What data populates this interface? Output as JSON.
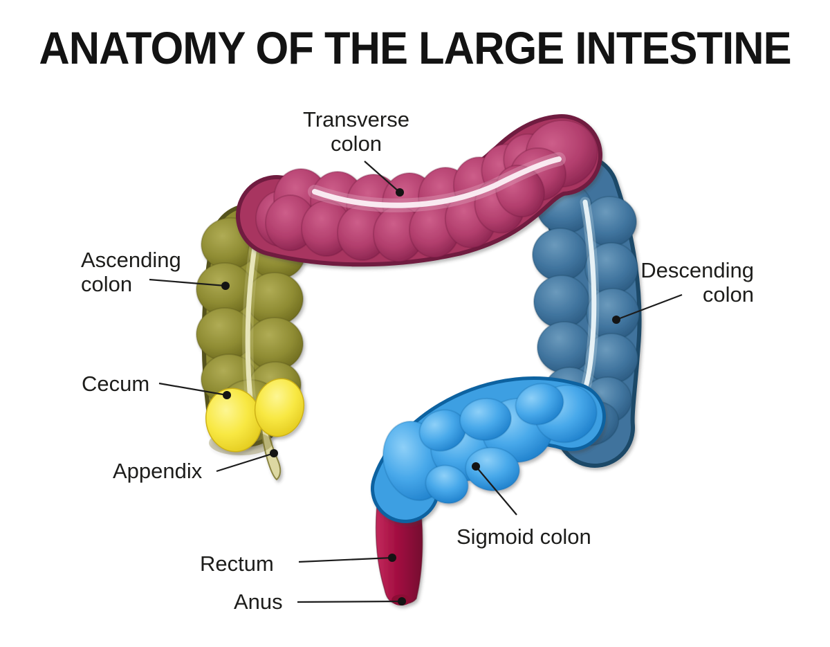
{
  "title": "ANATOMY OF THE LARGE INTESTINE",
  "labels": {
    "transverse_colon": [
      "Transverse",
      "colon"
    ],
    "ascending_colon": [
      "Ascending",
      "colon"
    ],
    "descending_colon": [
      "Descending",
      "colon"
    ],
    "cecum": [
      "Cecum"
    ],
    "appendix": [
      "Appendix"
    ],
    "sigmoid_colon": [
      "Sigmoid colon"
    ],
    "rectum": [
      "Rectum"
    ],
    "anus": [
      "Anus"
    ]
  },
  "colors": {
    "background": "#ffffff",
    "title_text": "#131313",
    "label_text": "#1d1d1b",
    "leader_line": "#1c1c1c",
    "transverse_colon": "#b23e6d",
    "ascending_colon": "#8f8c33",
    "descending_colon": "#41759f",
    "sigmoid_colon": "#3fa2e6",
    "cecum": "#f8e843",
    "appendix": "#ddd8a2",
    "rectum": "#a30e41",
    "anus": "#43061d"
  }
}
